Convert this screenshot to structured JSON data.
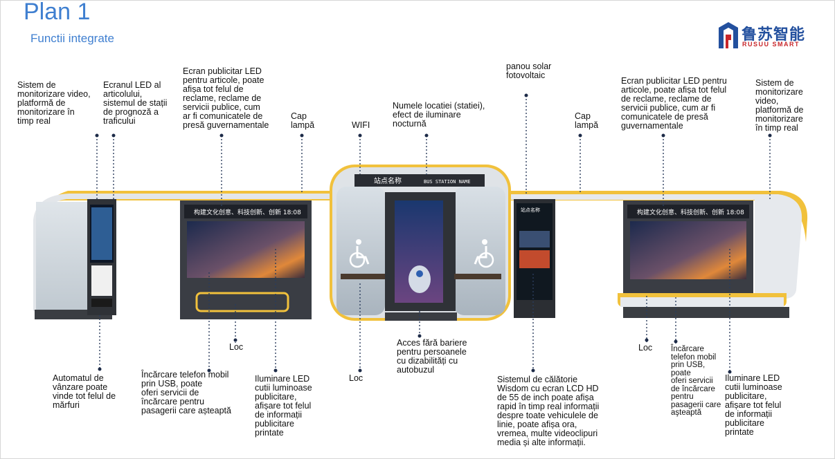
{
  "header": {
    "title": "Plan 1",
    "subtitle": "Functii integrate"
  },
  "logo": {
    "text_cn": "鲁苏智能",
    "text_en": "RUSUU SMART",
    "colors": {
      "blue": "#23509e",
      "red": "#c8262a"
    }
  },
  "shelter": {
    "station_sign_cn": "站点名称",
    "station_sign_en": "BUS STATION NAME",
    "screen_banner_left": "构建文化创意、科技创新、创新 18:08",
    "screen_banner_right": "构建文化创意、科技创新、创新 18:08",
    "lcd_title": "站点名称"
  },
  "labels": {
    "monitor_left": "Sistem de\nmonitorizare video,\nplatformă de\nmonitorizare în\ntimp real",
    "led_screen": "Ecranul LED al\narticolului,\nsistemul de stații\nde prognoză a\ntraficului",
    "ad_screen_left": "Ecran publicitar LED\npentru articole, poate\nafișa tot felul de\nreclame, reclame de\nservicii publice, cum\nar fi comunicatele de\npresă guvernamentale",
    "lamp_left": "Cap\nlampă",
    "wifi": "WIFI",
    "station_name": "Numele locatiei (statiei),\nefect de iluminare\nnocturnă",
    "solar": "panou solar\nfotovoltaic",
    "lamp_right": "Cap\nlampă",
    "ad_screen_right": "Ecran publicitar LED pentru\narticole, poate afișa tot felul\nde reclame, reclame de\nservicii publice, cum ar fi\ncomunicatele de presă\nguvernamentale",
    "monitor_right": "Sistem de\nmonitorizare\nvideo,\nplatformă de\nmonitorizare\nîn timp real",
    "vending": "Automatul de\nvânzare poate\nvinde tot felul de\nmărfuri",
    "charging_left": "Încărcare telefon mobil\nprin USB, poate\noferi servicii de\nîncărcare pentru\npasagerii care așteaptă",
    "seat_left": "Loc",
    "light_box_left": "Iluminare LED\ncutii luminoase\npublicitare,\nafișare tot felul\nde informații\npublicitare\nprintate",
    "seat_center": "Loc",
    "accessible": "Acces fără bariere\npentru persoanele\ncu dizabilități cu\nautobuzul",
    "travel_system": "Sistemul de călătorie\nWisdom cu ecran LCD HD\nde 55 de inch poate afișa\nrapid în timp real informații\ndespre toate vehiculele de\nlinie, poate afișa ora,\nvremea, multe videoclipuri\nmedia și alte informații.",
    "seat_right": "Loc",
    "charging_right": "Încărcare\ntelefon mobil\nprin USB,\npoate\noferi servicii\nde încărcare\npentru\npasagerii care\naşteaptă",
    "light_box_right": "Iluminare LED\ncutii luminoase\npublicitare,\nafișare tot felul\nde informații\npublicitare\nprintate"
  }
}
